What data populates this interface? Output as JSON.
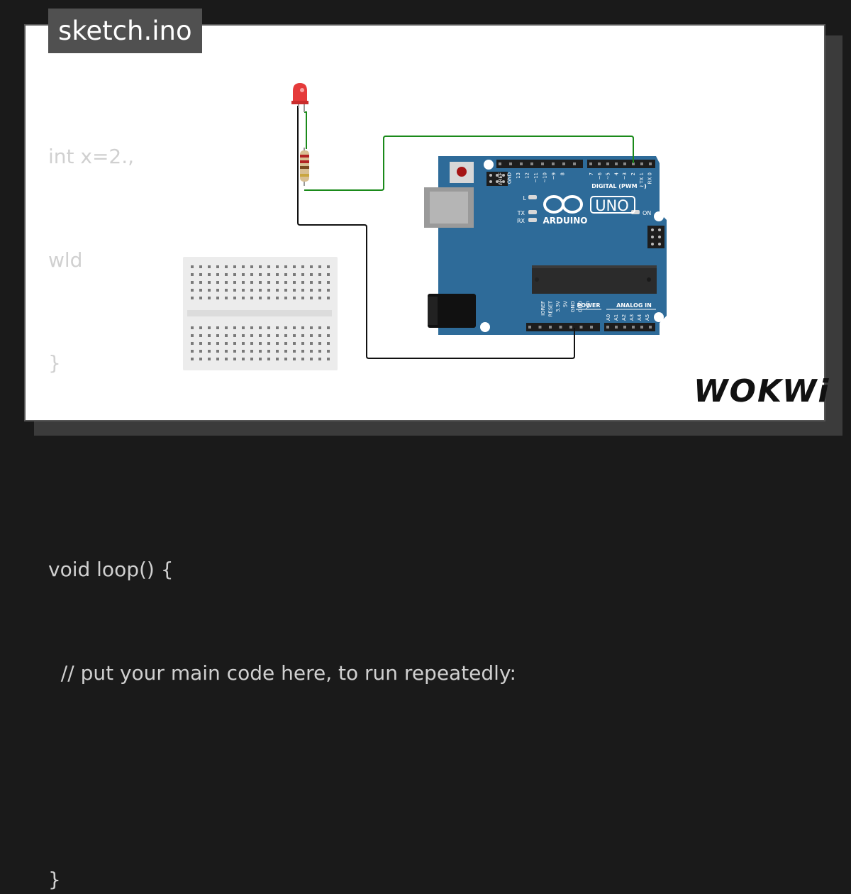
{
  "tab": {
    "filename": "sketch.ino"
  },
  "code": {
    "lines": [
      "int x=2.,",
      "wld",
      "}",
      "",
      "void loop() {",
      "  // put your main code here, to run repeatedly:",
      "",
      "}"
    ]
  },
  "board": {
    "brand": "ARDUINO",
    "model": "UNO",
    "label_digital": "DIGITAL (PWM ~)",
    "label_power": "POWER",
    "label_analog": "ANALOG IN",
    "label_on": "ON",
    "label_l": "L",
    "label_tx": "TX",
    "label_rx": "RX",
    "top_pins_left": [
      "AREF",
      "GND",
      "13",
      "12",
      "~11",
      "~10",
      "~9",
      "8"
    ],
    "top_pins_right": [
      "7",
      "~6",
      "~5",
      "4",
      "~3",
      "2",
      "TX 1",
      "RX 0"
    ],
    "power_pins": [
      "IOREF",
      "RESET",
      "3.3V",
      "5V",
      "GND",
      "GND",
      "Vin"
    ],
    "analog_pins": [
      "A0",
      "A1",
      "A2",
      "A3",
      "A4",
      "A5"
    ]
  },
  "colors": {
    "board": "#2e6b99",
    "wire_green": "#1a8a1a",
    "wire_black": "#111111",
    "led": "#e53a3a"
  },
  "branding": {
    "logo": "WOKWi"
  }
}
